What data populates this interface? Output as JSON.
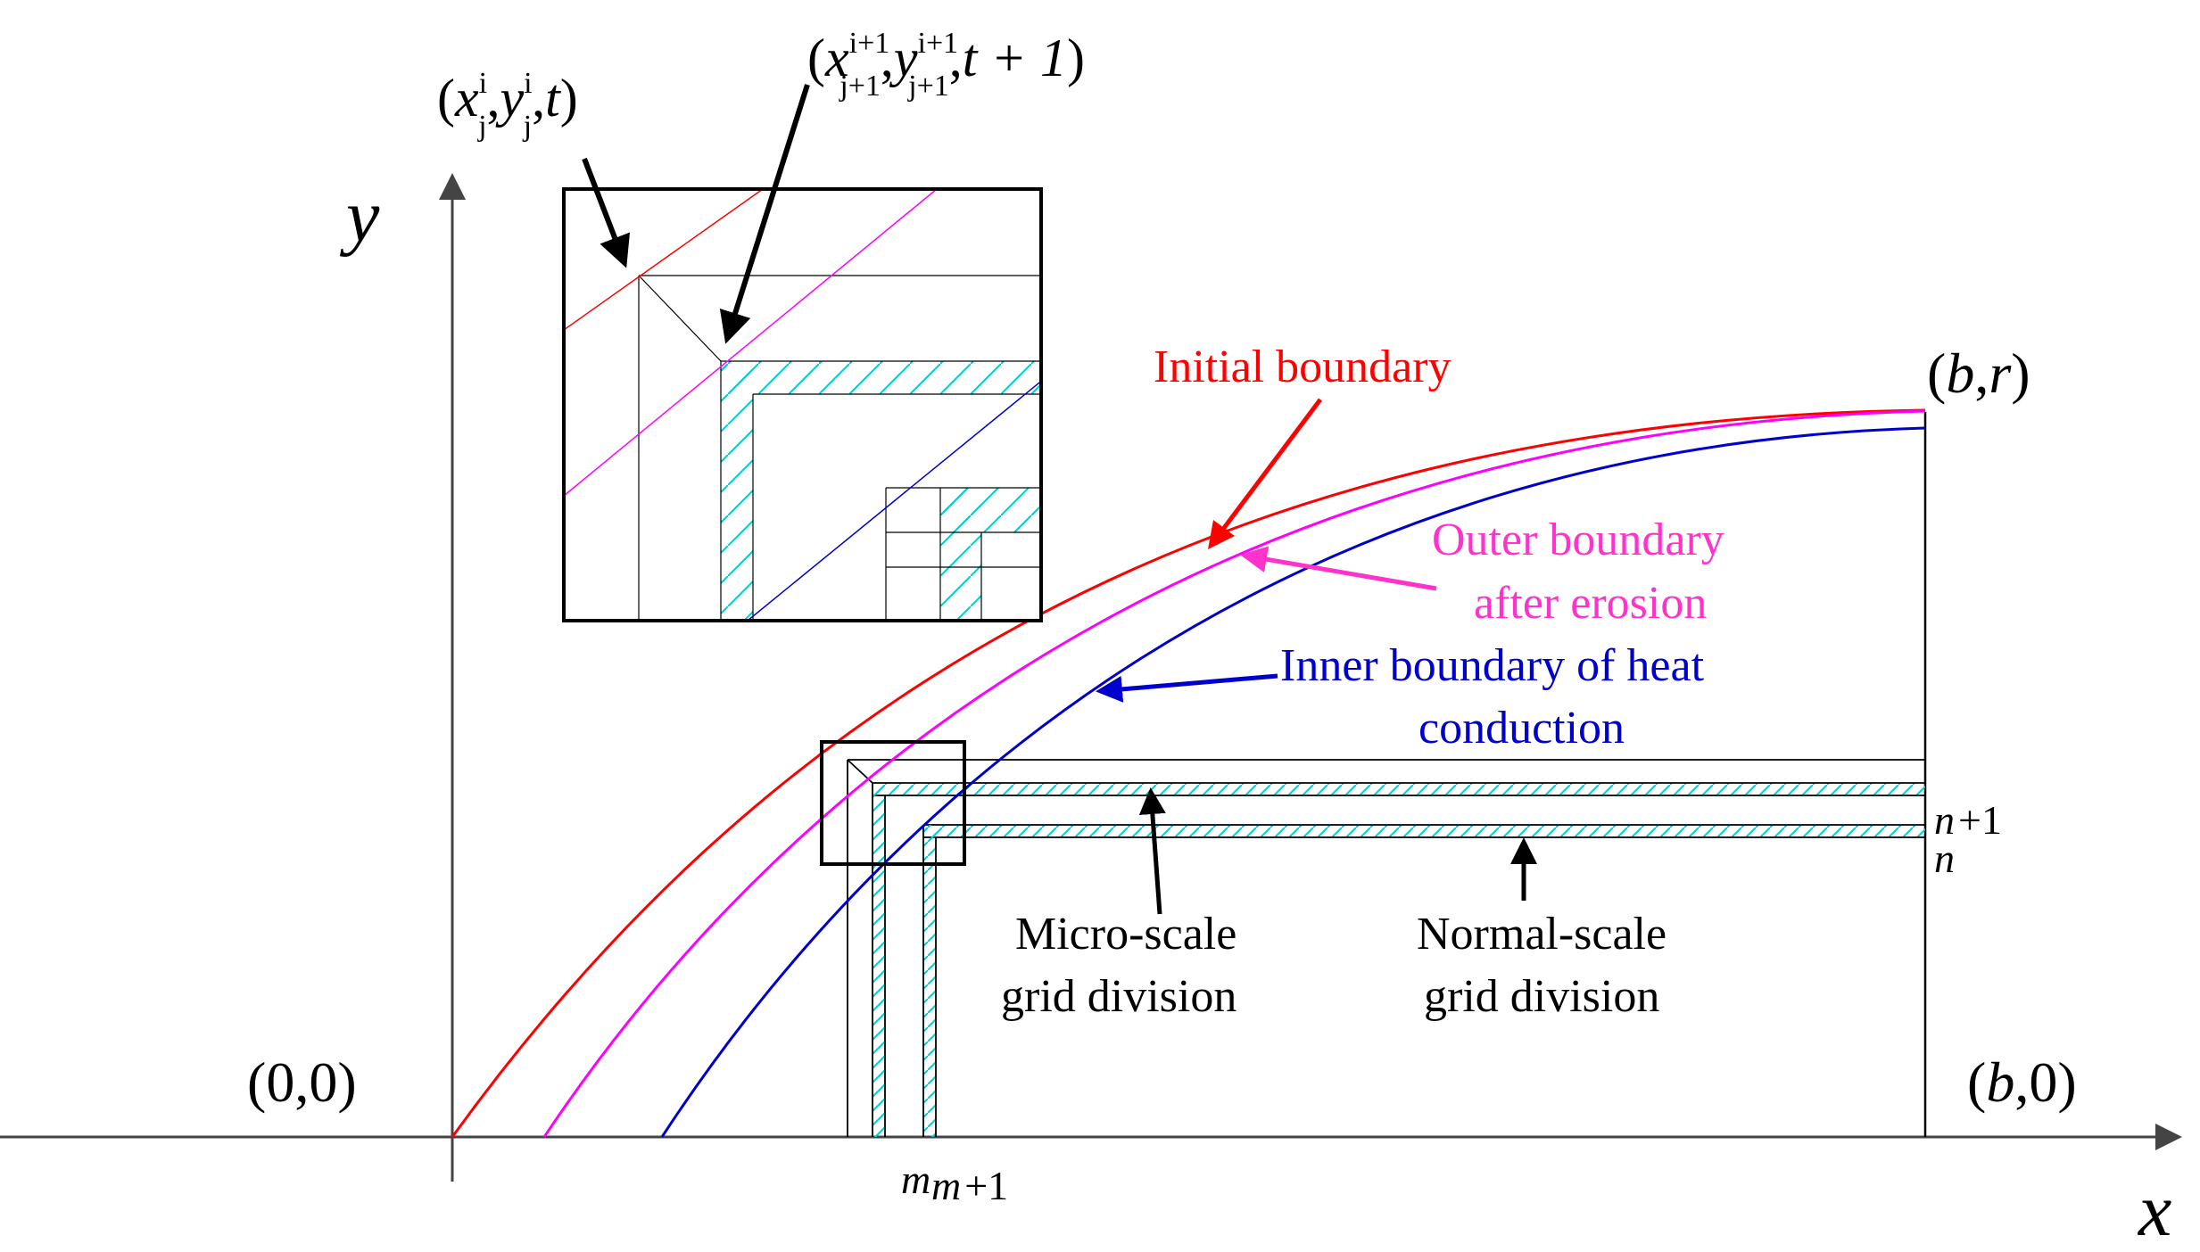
{
  "axes": {
    "x_label": "x",
    "y_label": "y"
  },
  "points": {
    "origin": "(0,0)",
    "b_zero": "(b,0)",
    "b_r": "(b,r)"
  },
  "inset": {
    "point_t": {
      "open": "(",
      "x": "x",
      "x_sup": "i",
      "x_sub": "j",
      "comma1": ",",
      "y": "y",
      "y_sup": "i",
      "y_sub": "j",
      "comma2": ",",
      "t": "t",
      "close": ")"
    },
    "point_t1": {
      "open": "(",
      "x": "x",
      "x_sup": "i+1",
      "x_sub": "j+1",
      "comma1": ",",
      "y": "y",
      "y_sup": "i+1",
      "y_sub": "j+1",
      "comma2": ",",
      "t": "t + 1",
      "close": ")"
    }
  },
  "labels": {
    "initial_boundary": "Initial boundary",
    "outer_boundary_line1": "Outer boundary",
    "outer_boundary_line2": "after erosion",
    "inner_boundary_line1": "Inner boundary of heat",
    "inner_boundary_line2": "conduction",
    "micro_line1": "Micro-scale",
    "micro_line2": "grid division",
    "normal_line1": "Normal-scale",
    "normal_line2": "grid division"
  },
  "grid_indices": {
    "m": "m",
    "m1": "m + 1",
    "n": "n",
    "n1": "n + 1"
  },
  "colors": {
    "initial": "#ff0000",
    "outer": "#ff00ff",
    "inner": "#0000cc",
    "hatch": "#00d0d0",
    "axis": "#333333"
  }
}
